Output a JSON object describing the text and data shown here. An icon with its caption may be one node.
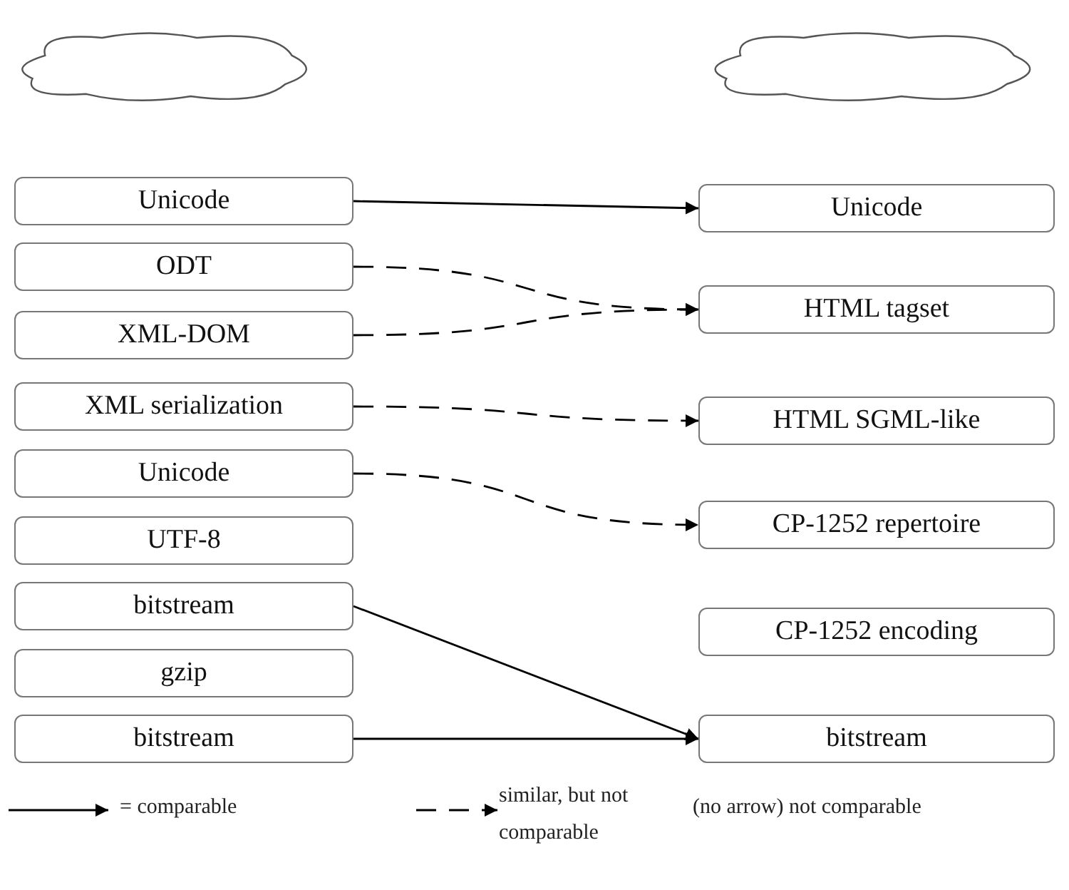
{
  "diagram": {
    "nodes": [
      {
        "text": [],
        "shape": "cloud"
      },
      {
        "text": [],
        "shape": "cloud"
      },
      {
        "text": [
          "Unicode"
        ]
      },
      {
        "text": [
          "ODT"
        ]
      },
      {
        "text": [
          "XML-DOM"
        ]
      },
      {
        "text": [
          "XML serialization"
        ]
      },
      {
        "text": [
          "Unicode"
        ]
      },
      {
        "text": [
          "UTF-8"
        ]
      },
      {
        "text": [
          "bitstream"
        ]
      },
      {
        "text": [
          "gzip"
        ]
      },
      {
        "text": [
          "bitstream"
        ]
      },
      {
        "text": [
          "Unicode"
        ]
      },
      {
        "text": [
          "HTML tagset"
        ]
      },
      {
        "text": [
          "HTML SGML-like"
        ]
      },
      {
        "text": [
          "CP-1252 repertoire"
        ]
      },
      {
        "text": [
          "CP-1252 encoding"
        ]
      },
      {
        "text": [
          "bitstream"
        ]
      }
    ],
    "edges": [
      {
        "from": 2,
        "to": 11,
        "arrow": "to"
      },
      {
        "from": 3,
        "to": 12,
        "arrow": "to",
        "style": "dashed"
      },
      {
        "from": 4,
        "to": 12,
        "arrow": "to",
        "style": "dashed"
      },
      {
        "from": 5,
        "to": 13,
        "arrow": "to",
        "style": "dashed"
      },
      {
        "from": 6,
        "to": 14,
        "arrow": "to",
        "style": "dashed"
      },
      {
        "from": 8,
        "to": 16,
        "arrow": "to"
      },
      {
        "from": 10,
        "to": 16,
        "arrow": "to"
      }
    ],
    "legend": [
      {
        "text": "= comparable"
      },
      {
        "text": "similar, but not comparable"
      },
      {
        "text": "(no arrow) not comparable"
      }
    ]
  }
}
